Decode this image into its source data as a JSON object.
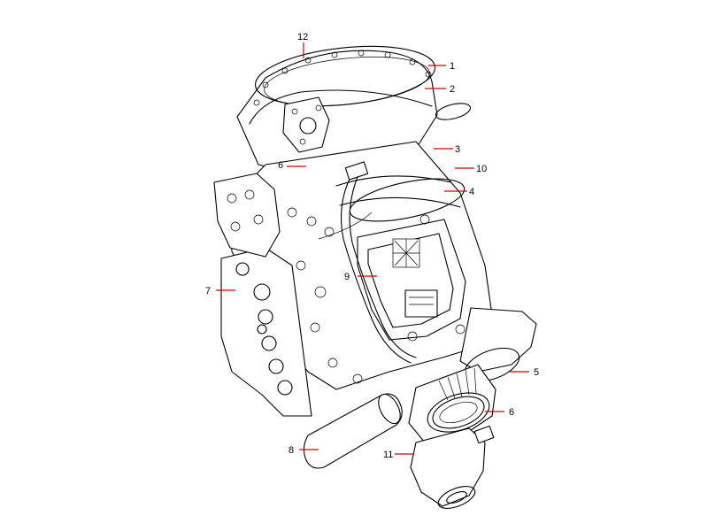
{
  "callouts": [
    {
      "id": "c1",
      "label": "1"
    },
    {
      "id": "c2",
      "label": "2"
    },
    {
      "id": "c3",
      "label": "3"
    },
    {
      "id": "c4",
      "label": "4"
    },
    {
      "id": "c5",
      "label": "5"
    },
    {
      "id": "c6a",
      "label": "6"
    },
    {
      "id": "c6b",
      "label": "6"
    },
    {
      "id": "c7",
      "label": "7"
    },
    {
      "id": "c8",
      "label": "8"
    },
    {
      "id": "c9",
      "label": "9"
    },
    {
      "id": "c10",
      "label": "10"
    },
    {
      "id": "c11",
      "label": "11"
    },
    {
      "id": "c12",
      "label": "12"
    }
  ],
  "colors": {
    "leader": "#d40000",
    "ink": "#000000",
    "paper": "#ffffff"
  }
}
